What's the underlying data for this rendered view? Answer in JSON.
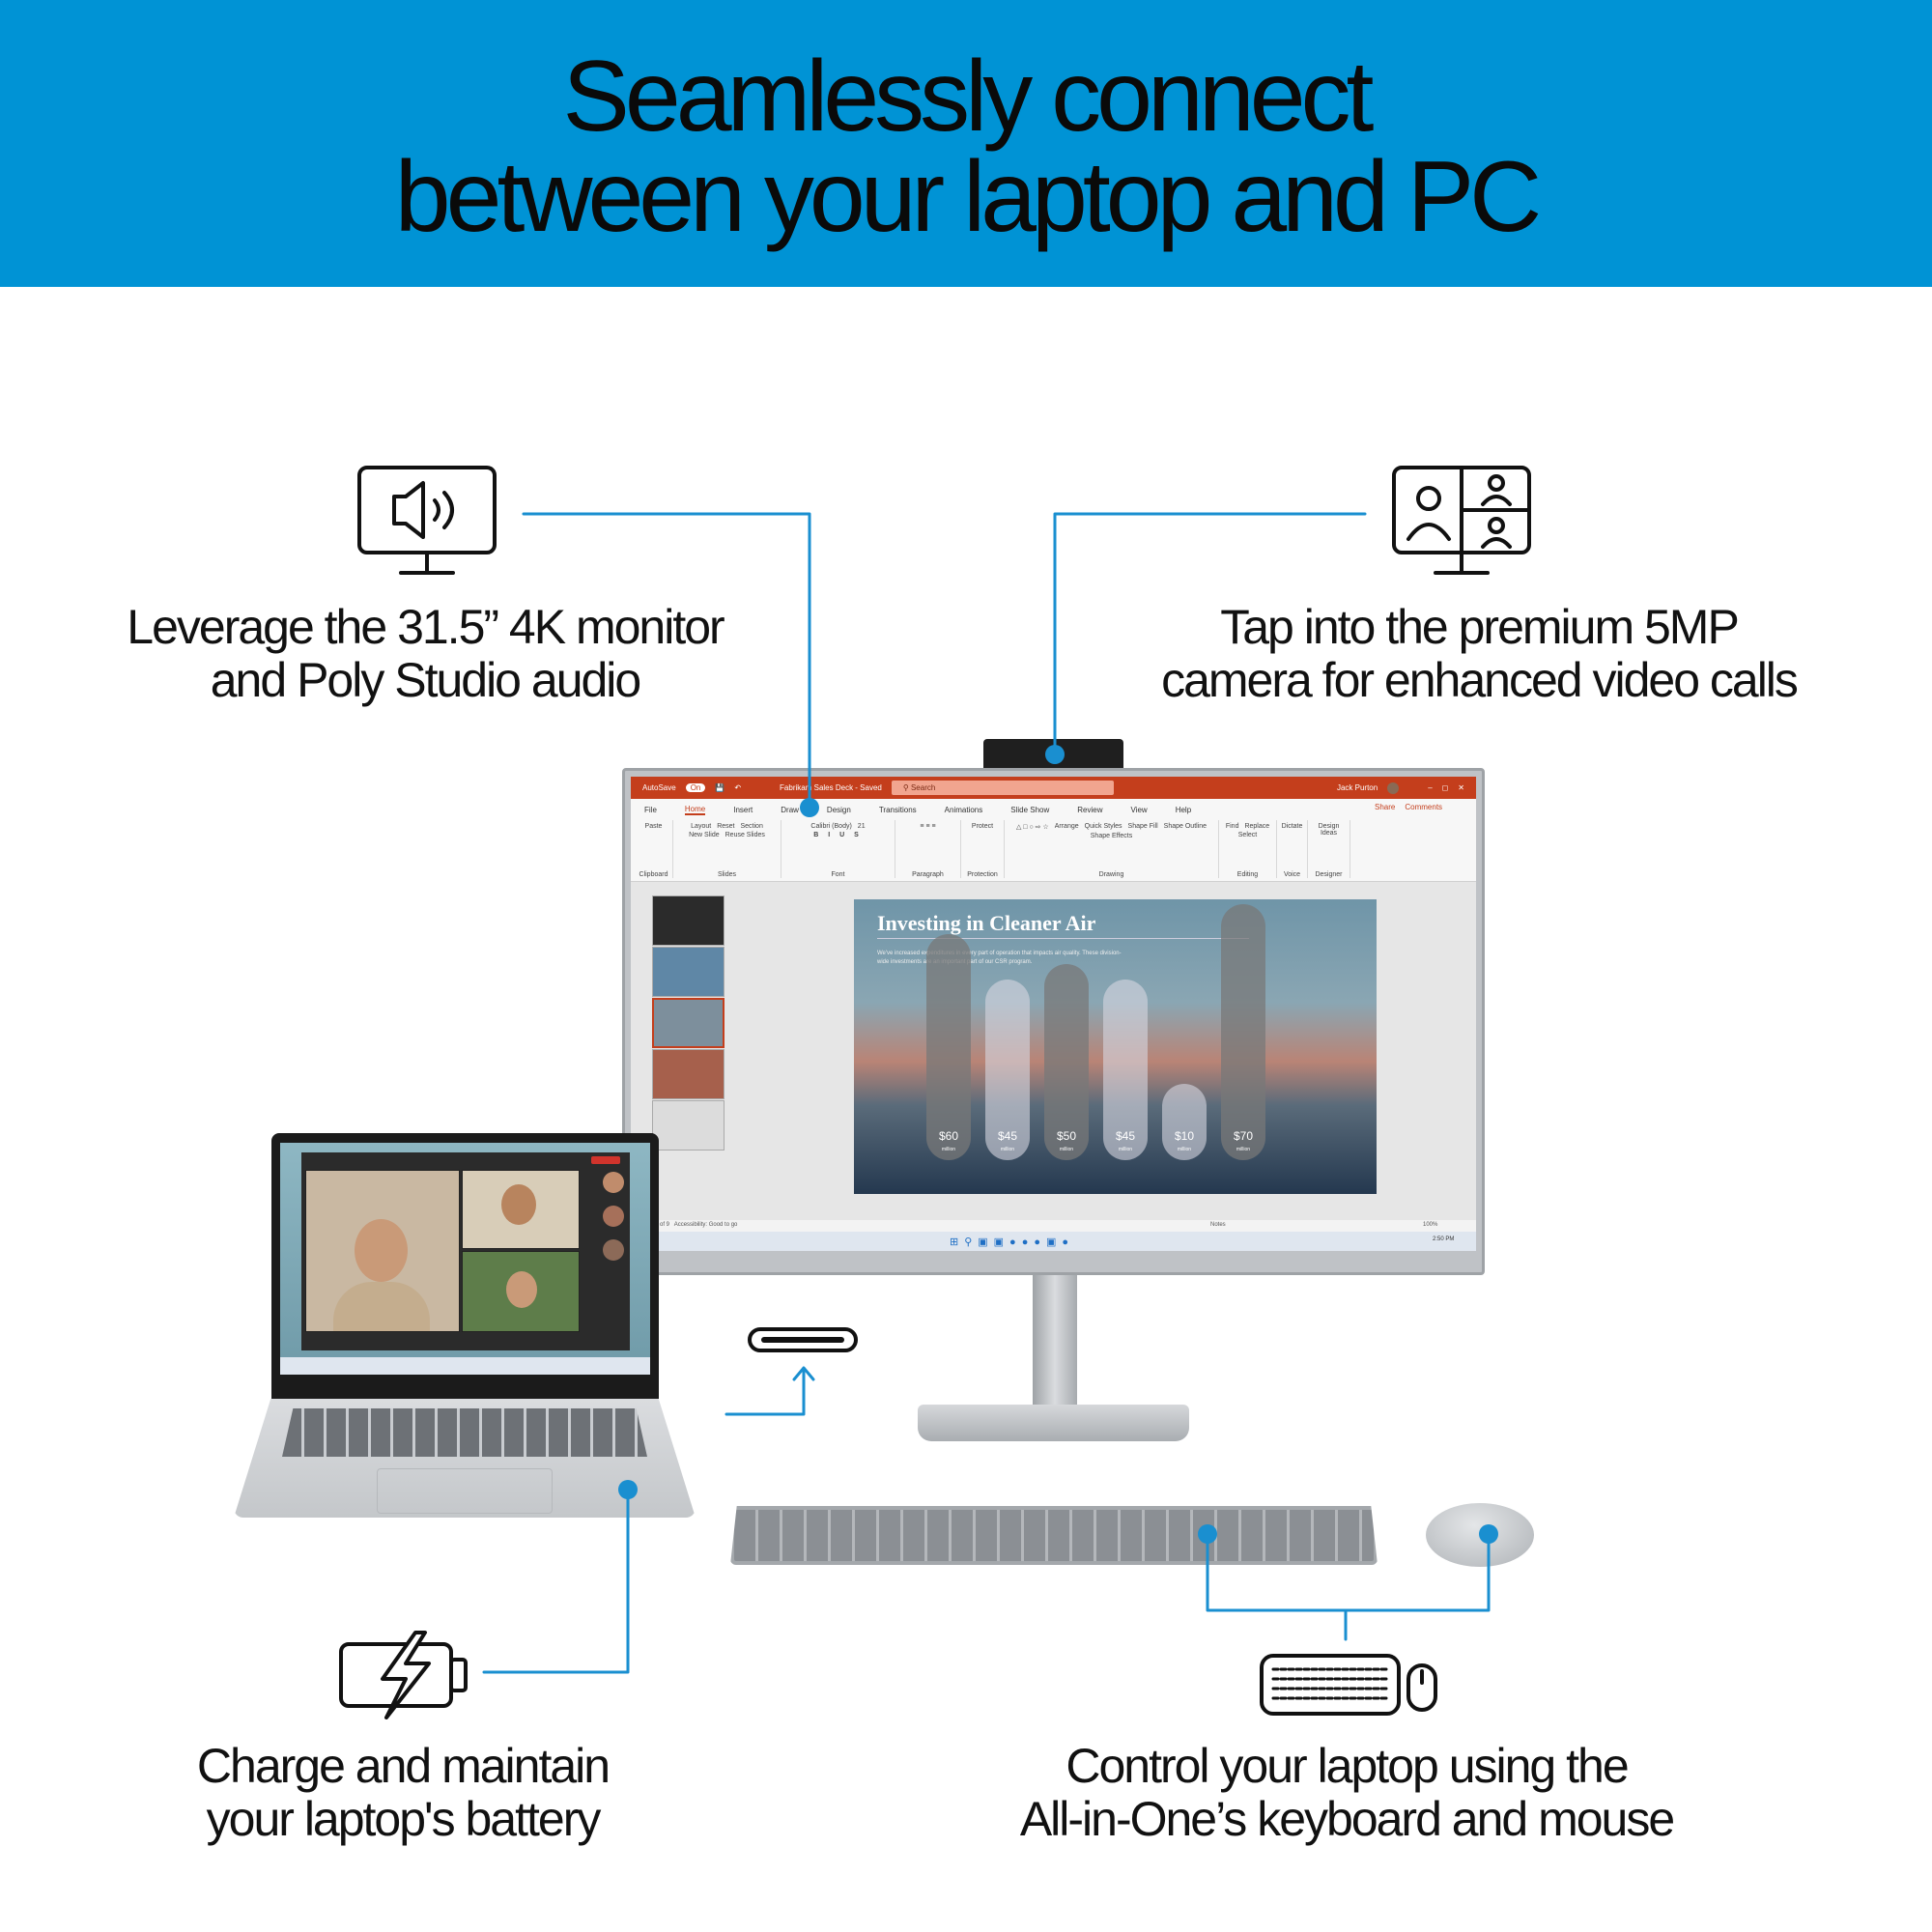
{
  "header": {
    "title_line1": "Seamlessly connect",
    "title_line2": "between your laptop and PC"
  },
  "features": {
    "audio": {
      "line1": "Leverage the 31.5” 4K monitor",
      "line2": "and Poly Studio audio",
      "icon": "monitor-speaker-icon"
    },
    "camera": {
      "line1": "Tap into the premium 5MP",
      "line2": "camera for enhanced video calls",
      "icon": "monitor-video-call-icon"
    },
    "charge": {
      "line1": "Charge and maintain",
      "line2": "your laptop's battery",
      "icon": "battery-charging-icon"
    },
    "control": {
      "line1": "Control your laptop using the",
      "line2": "All-in-One’s keyboard and mouse",
      "icon": "keyboard-mouse-icon"
    }
  },
  "colors": {
    "banner": "#0093d5",
    "callout": "#1a8fd0",
    "ppt": "#c43e1c"
  },
  "ppt": {
    "autosave": "AutoSave",
    "toggle": "On",
    "doc_title": "Fabrikam Sales Deck - Saved",
    "search": "Search",
    "user": "Jack Purton",
    "tabs": [
      "File",
      "Home",
      "Insert",
      "Draw",
      "Design",
      "Transitions",
      "Animations",
      "Slide Show",
      "Review",
      "View",
      "Help"
    ],
    "share": "Share",
    "comments": "Comments",
    "font": "Calibri (Body)",
    "font_size": "21",
    "groups": [
      "Clipboard",
      "Slides",
      "Font",
      "Paragraph",
      "Protection",
      "Drawing",
      "Editing",
      "Voice",
      "Designer"
    ],
    "buttons": [
      "Paste",
      "New Slide",
      "Reuse Slides",
      "Layout",
      "Reset",
      "Section",
      "Protect",
      "Arrange",
      "Quick Styles",
      "Shape Fill",
      "Shape Outline",
      "Shape Effects",
      "Find",
      "Replace",
      "Select",
      "Dictate",
      "Design Ideas"
    ],
    "slide_title": "Investing in Cleaner Air",
    "slide_sub": "We've increased expenditures in every part of operation that impacts air quality. These division-wide investments are an important part of our CSR program.",
    "pills": [
      {
        "value": "$60",
        "unit": "million",
        "amount": 60
      },
      {
        "value": "$45",
        "unit": "million",
        "amount": 45
      },
      {
        "value": "$50",
        "unit": "million",
        "amount": 50
      },
      {
        "value": "$45",
        "unit": "million",
        "amount": 45
      },
      {
        "value": "$10",
        "unit": "million",
        "amount": 10
      },
      {
        "value": "$70",
        "unit": "million",
        "amount": 70
      }
    ],
    "status_left": "of 9",
    "accessibility": "Accessibility: Good to go",
    "notes": "Notes",
    "zoom": "100%",
    "clock": "2:50 PM"
  }
}
